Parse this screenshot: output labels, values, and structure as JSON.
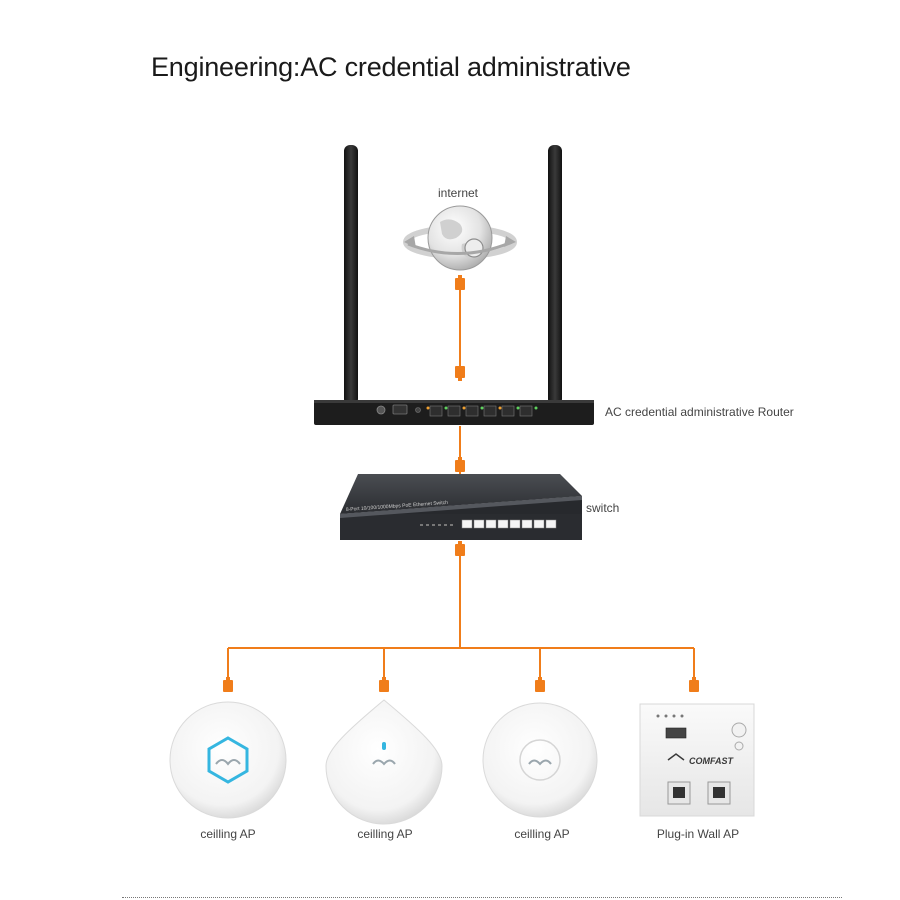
{
  "title": "Engineering:AC credential administrative",
  "nodes": {
    "internet": "internet",
    "router": "AC credential administrative Router",
    "switch": "switch",
    "ap1": "ceilling AP",
    "ap2": "ceilling AP",
    "ap3": "ceilling AP",
    "ap4": "Plug-in Wall AP"
  },
  "device_text": {
    "switch_model": "8-Port 10/100/1000Mbps PoE Ethernet Switch",
    "wall_brand": "COMFAST"
  },
  "colors": {
    "cable": "#f07d1a",
    "device_dark": "#222222",
    "accent_blue": "#35b6e0"
  }
}
